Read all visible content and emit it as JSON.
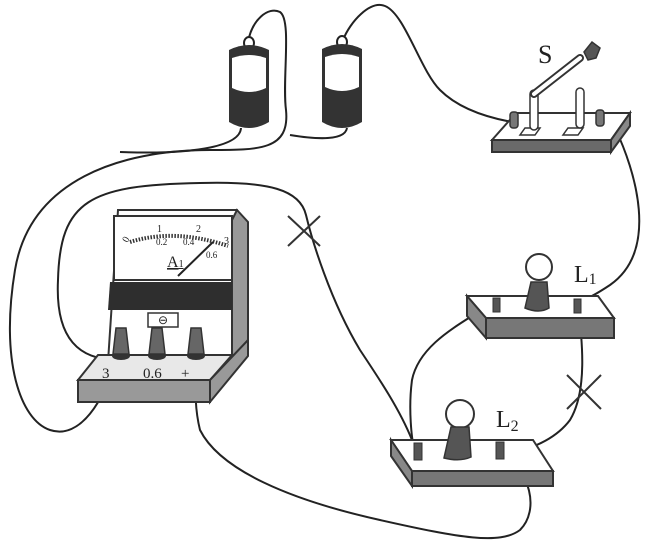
{
  "diagram": {
    "title": "Circuit with battery, switch S, ammeter A1 and bulbs L1, L2",
    "switch": {
      "label": "S"
    },
    "bulb1": {
      "label": "L",
      "sub": "1"
    },
    "bulb2": {
      "label": "L",
      "sub": "2"
    },
    "ammeter": {
      "label": "A",
      "sub": "1",
      "scale_top": [
        "0",
        "1",
        "2",
        "3"
      ],
      "scale_bottom": [
        "0.2",
        "0.4",
        "0.6"
      ],
      "terminals": [
        "3",
        "0.6",
        "+"
      ],
      "zero_adjust": "⊖"
    },
    "marks": [
      "cross-mark-wire-left",
      "cross-mark-wire-right"
    ],
    "colors": {
      "ink": "#222222",
      "gray": "#8c8c8c",
      "dark": "#333333",
      "light": "#d9d9d9"
    }
  }
}
